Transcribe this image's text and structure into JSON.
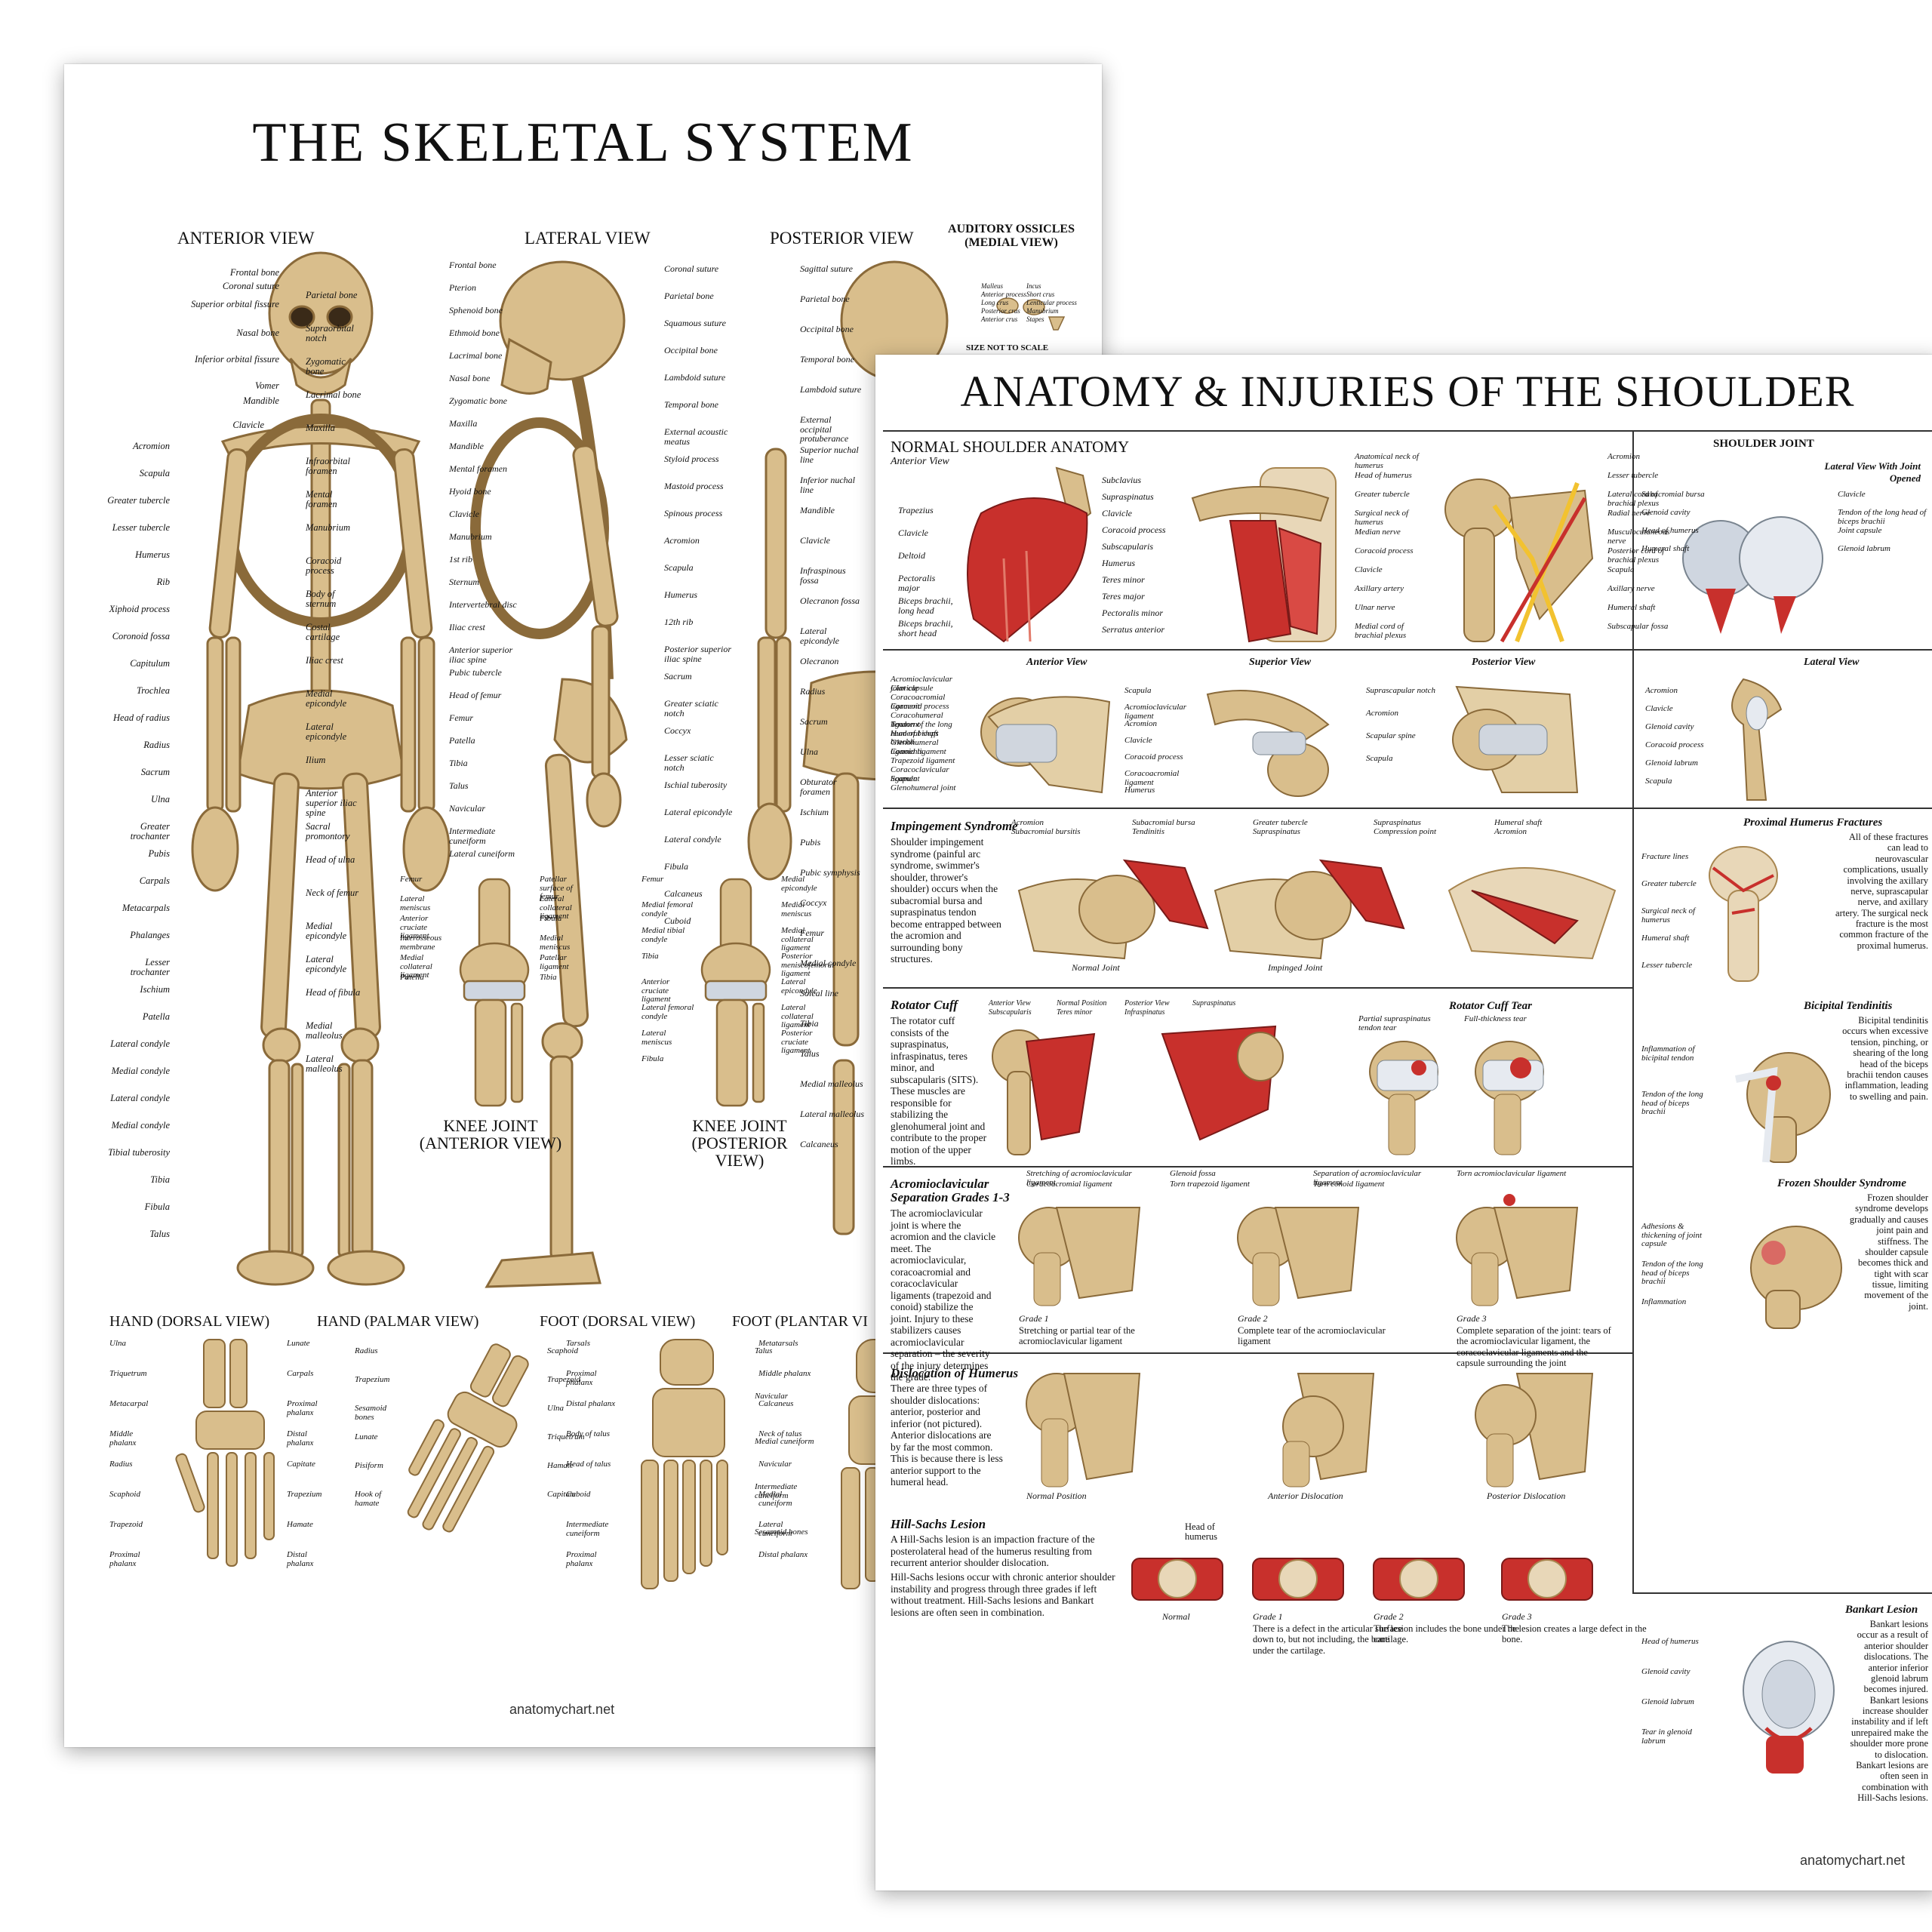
{
  "skeletal": {
    "title": "THE SKELETAL SYSTEM",
    "views": {
      "anterior": "ANTERIOR VIEW",
      "lateral": "LATERAL VIEW",
      "posterior": "POSTERIOR VIEW",
      "ossicles": "AUDITORY OSSICLES (MEDIAL VIEW)",
      "ossicles_note": "SIZE NOT TO SCALE",
      "knee_anterior": "KNEE JOINT (ANTERIOR VIEW)",
      "knee_posterior": "KNEE JOINT (POSTERIOR VIEW)",
      "hand_dorsal": "HAND (DORSAL VIEW)",
      "hand_palmar": "HAND (PALMAR VIEW)",
      "foot_dorsal": "FOOT (DORSAL VIEW)",
      "foot_plantar": "FOOT (PLANTAR VI"
    },
    "anterior_left_labels": [
      "Acromion",
      "Scapula",
      "Greater tubercle",
      "Lesser tubercle",
      "Humerus",
      "Rib",
      "Xiphoid process",
      "Coronoid fossa",
      "Capitulum",
      "Trochlea",
      "Head of radius",
      "Radius",
      "Sacrum",
      "Ulna",
      "Greater trochanter",
      "Pubis",
      "Carpals",
      "Metacarpals",
      "Phalanges",
      "Lesser trochanter",
      "Ischium",
      "Patella",
      "Lateral condyle",
      "Medial condyle",
      "Lateral condyle",
      "Medial condyle",
      "Tibial tuberosity",
      "Tibia",
      "Fibula",
      "Talus"
    ],
    "anterior_right_labels": [
      "Parietal bone",
      "Supraorbital notch",
      "Zygomatic bone",
      "Lacrimal bone",
      "Maxilla",
      "Infraorbital foramen",
      "Mental foramen",
      "Manubrium",
      "Coracoid process",
      "Body of sternum",
      "Costal cartilage",
      "Iliac crest",
      "Medial epicondyle",
      "Lateral epicondyle",
      "Ilium",
      "Anterior superior iliac spine",
      "Sacral promontory",
      "Head of ulna",
      "Neck of femur",
      "Medial epicondyle",
      "Lateral epicondyle",
      "Head of fibula",
      "Medial malleolus",
      "Lateral malleolus"
    ],
    "anterior_skull_labels": [
      "Frontal bone",
      "Coronal suture",
      "Superior orbital fissure",
      "Nasal bone",
      "Inferior orbital fissure",
      "Vomer",
      "Mandible",
      "Clavicle"
    ],
    "lateral_left_labels": [
      "Frontal bone",
      "Pterion",
      "Sphenoid bone",
      "Ethmoid bone",
      "Lacrimal bone",
      "Nasal bone",
      "Zygomatic bone",
      "Maxilla",
      "Mandible",
      "Mental foramen",
      "Hyoid bone",
      "Clavicle",
      "Manubrium",
      "1st rib",
      "Sternum",
      "Intervertebral disc",
      "Iliac crest",
      "Anterior superior iliac spine",
      "Pubic tubercle",
      "Head of femur",
      "Femur",
      "Patella",
      "Tibia",
      "Talus",
      "Navicular",
      "Intermediate cuneiform",
      "Lateral cuneiform"
    ],
    "lateral_right_labels": [
      "Coronal suture",
      "Parietal bone",
      "Squamous suture",
      "Occipital bone",
      "Lambdoid suture",
      "Temporal bone",
      "External acoustic meatus",
      "Styloid process",
      "Mastoid process",
      "Spinous process",
      "Acromion",
      "Scapula",
      "Humerus",
      "12th rib",
      "Posterior superior iliac spine",
      "Sacrum",
      "Greater sciatic notch",
      "Coccyx",
      "Lesser sciatic notch",
      "Ischial tuberosity",
      "Lateral epicondyle",
      "Lateral condyle",
      "Fibula",
      "Calcaneus",
      "Cuboid"
    ],
    "posterior_labels": [
      "Sagittal suture",
      "Parietal bone",
      "Occipital bone",
      "Temporal bone",
      "Lambdoid suture",
      "External occipital protuberance",
      "Superior nuchal line",
      "Inferior nuchal line",
      "Mandible",
      "Clavicle",
      "Infraspinous fossa",
      "Olecranon fossa",
      "Lateral epicondyle",
      "Olecranon",
      "Radius",
      "Sacrum",
      "Ulna",
      "Obturator foramen",
      "Ischium",
      "Pubis",
      "Pubic symphysis",
      "Coccyx",
      "Femur",
      "Medial condyle",
      "Soleal line",
      "Tibia",
      "Talus",
      "Medial malleolus",
      "Lateral malleolus",
      "Calcaneus"
    ],
    "ossicle_labels": [
      "Malleus",
      "Incus",
      "Anterior process",
      "Short crus",
      "Long crus",
      "Lenticular process",
      "Posterior crus",
      "Manubrium",
      "Anterior crus",
      "Stapes"
    ],
    "knee_anterior_labels": [
      "Femur",
      "Patellar surface of femur",
      "Lateral meniscus",
      "Lateral collateral ligament",
      "Anterior cruciate ligament",
      "Fibula",
      "Interosseous membrane",
      "Medial meniscus",
      "Medial collateral ligament",
      "Patellar ligament",
      "Patella",
      "Tibia"
    ],
    "knee_posterior_labels": [
      "Femur",
      "Medial epicondyle",
      "Medial femoral condyle",
      "Medial meniscus",
      "Medial tibial condyle",
      "Medial collateral ligament",
      "Tibia",
      "Posterior meniscofemoral ligament",
      "Anterior cruciate ligament",
      "Lateral epicondyle",
      "Lateral femoral condyle",
      "Lateral collateral ligament",
      "Lateral meniscus",
      "Posterior cruciate ligament",
      "Fibula"
    ],
    "hand_dorsal_labels": [
      "Ulna",
      "Lunate",
      "Triquetrum",
      "Carpals",
      "Metacarpal",
      "Proximal phalanx",
      "Middle phalanx",
      "Distal phalanx",
      "Radius",
      "Capitate",
      "Scaphoid",
      "Trapezium",
      "Trapezoid",
      "Hamate",
      "Proximal phalanx",
      "Distal phalanx"
    ],
    "hand_palmar_labels": [
      "Radius",
      "Scaphoid",
      "Trapezium",
      "Trapezoid",
      "Sesamoid bones",
      "Ulna",
      "Lunate",
      "Triquetrum",
      "Pisiform",
      "Hamate",
      "Hook of hamate",
      "Capitate"
    ],
    "foot_dorsal_labels": [
      "Tarsals",
      "Metatarsals",
      "Proximal phalanx",
      "Middle phalanx",
      "Distal phalanx",
      "Calcaneus",
      "Body of talus",
      "Neck of talus",
      "Head of talus",
      "Navicular",
      "Cuboid",
      "Medial cuneiform",
      "Intermediate cuneiform",
      "Lateral cuneiform",
      "Proximal phalanx",
      "Distal phalanx"
    ],
    "foot_plantar_labels": [
      "Talus",
      "Navicular",
      "Medial cuneiform",
      "Intermediate cuneiform",
      "Sesamoid bones"
    ],
    "site": "anatomychart.net"
  },
  "shoulder": {
    "title": "ANATOMY & INJURIES OF THE SHOULDER",
    "normal": {
      "heading": "NORMAL SHOULDER ANATOMY",
      "sub": "Anterior View",
      "muscle_labels": [
        "Trapezius",
        "Clavicle",
        "Deltoid",
        "Pectoralis major",
        "Biceps brachii, long head",
        "Biceps brachii, short head"
      ],
      "deep_labels": [
        "Subclavius",
        "Supraspinatus",
        "Clavicle",
        "Coracoid process",
        "Subscapularis",
        "Humerus",
        "Teres minor",
        "Teres major",
        "Pectoralis minor",
        "Serratus anterior"
      ],
      "nerve_labels": [
        "Anatomical neck of humerus",
        "Acromion",
        "Head of humerus",
        "Lesser tubercle",
        "Greater tubercle",
        "Lateral cord of brachial plexus",
        "Surgical neck of humerus",
        "Radial nerve",
        "Median nerve",
        "Musculocutaneous nerve",
        "Coracoid process",
        "Posterior cord of brachial plexus",
        "Clavicle",
        "Scapula",
        "Axillary artery",
        "Axillary nerve",
        "Ulnar nerve",
        "Humeral shaft",
        "Medial cord of brachial plexus",
        "Subscapular fossa"
      ]
    },
    "joint": {
      "heading": "SHOULDER JOINT",
      "sub": "Lateral View With Joint Opened",
      "labels": [
        "Subacromial bursa",
        "Clavicle",
        "Glenoid cavity",
        "Tendon of the long head of biceps brachii",
        "Head of humerus",
        "Joint capsule",
        "Humeral shaft",
        "Glenoid labrum"
      ]
    },
    "views": {
      "anterior": "Anterior View",
      "superior": "Superior View",
      "posterior": "Posterior View",
      "lateral": "Lateral View",
      "anterior_labels": [
        "Acromioclavicular joint capsule",
        "Clavicle",
        "Coracoacromial ligament",
        "Coracoid process",
        "Coracohumeral ligament",
        "Tendon of the long head of biceps brachii",
        "Humeral shaft",
        "Glenohumeral ligaments",
        "Conoid ligament",
        "Trapezoid ligament",
        "Coracoclavicular ligament",
        "Scapula",
        "Glenohumeral joint"
      ],
      "superior_labels": [
        "Scapula",
        "Acromioclavicular ligament",
        "Acromion",
        "Clavicle",
        "Coracoid process",
        "Coracoacromial ligament",
        "Humerus"
      ],
      "posterior_labels": [
        "Suprascapular notch",
        "Acromion",
        "Scapular spine",
        "Scapula"
      ],
      "lateral_labels": [
        "Acromion",
        "Clavicle",
        "Glenoid cavity",
        "Coracoid process",
        "Glenoid labrum",
        "Scapula"
      ]
    },
    "impingement": {
      "heading": "Impingement Syndrome",
      "text": "Shoulder impingement syndrome (painful arc syndrome, swimmer's shoulder, thrower's shoulder) occurs when the subacromial bursa and supraspinatus tendon become entrapped between the acromion and surrounding bony structures.",
      "labels": [
        "Acromion",
        "Subacromial bursa",
        "Greater tubercle",
        "Supraspinatus",
        "Humeral shaft",
        "Subacromial bursitis",
        "Tendinitis",
        "Supraspinatus",
        "Compression point",
        "Acromion"
      ],
      "captions": [
        "Normal Joint",
        "Impinged Joint"
      ]
    },
    "fractures": {
      "heading": "Proximal Humerus Fractures",
      "text": "All of these fractures can lead to neurovascular complications, usually involving the axillary nerve, suprascapular nerve, and axillary artery. The surgical neck fracture is the most common fracture of the proximal humerus.",
      "labels": [
        "Fracture lines",
        "Greater tubercle",
        "Surgical neck of humerus",
        "Humeral shaft",
        "Lesser tubercle"
      ]
    },
    "rotator": {
      "heading": "Rotator Cuff",
      "text": "The rotator cuff consists of the supraspinatus, infraspinatus, teres minor, and subscapularis (SITS). These muscles are responsible for stabilizing the glenohumeral joint and contribute to the proper motion of the upper limbs.",
      "labels": [
        "Anterior View",
        "Normal Position",
        "Posterior View",
        "Supraspinatus",
        "Subscapularis",
        "Teres minor",
        "Infraspinatus"
      ],
      "tear_heading": "Rotator Cuff Tear",
      "tear_labels": [
        "Partial supraspinatus tendon tear",
        "Full-thickness tear"
      ]
    },
    "bicipital": {
      "heading": "Bicipital Tendinitis",
      "text": "Bicipital tendinitis occurs when excessive tension, pinching, or shearing of the long head of the biceps brachii tendon causes inflammation, leading to swelling and pain.",
      "labels": [
        "Inflammation of bicipital tendon",
        "Tendon of the long head of biceps brachii"
      ]
    },
    "ac": {
      "heading": "Acromioclavicular Separation Grades 1-3",
      "text": "The acromioclavicular joint is where the acromion and the clavicle meet. The acromioclavicular, coracoacromial and coracoclavicular ligaments (trapezoid and conoid) stabilize the joint. Injury to these stabilizers causes acromioclavicular separation – the severity of the injury determines the grade.",
      "labels": [
        "Stretching of acromioclavicular ligament",
        "Glenoid fossa",
        "Separation of acromioclavicular ligament",
        "Torn acromioclavicular ligament",
        "Coracoacromial ligament",
        "Torn trapezoid ligament",
        "Torn conoid ligament"
      ],
      "grades": [
        {
          "name": "Grade 1",
          "text": "Stretching or partial tear of the acromioclavicular ligament"
        },
        {
          "name": "Grade 2",
          "text": "Complete tear of the acromioclavicular ligament"
        },
        {
          "name": "Grade 3",
          "text": "Complete separation of the joint: tears of the acromioclavicular ligament, the coracoclavicular ligaments and the capsule surrounding the joint"
        }
      ]
    },
    "frozen": {
      "heading": "Frozen Shoulder Syndrome",
      "text": "Frozen shoulder syndrome develops gradually and causes joint pain and stiffness. The shoulder capsule becomes thick and tight with scar tissue, limiting movement of the joint.",
      "labels": [
        "Adhesions & thickening of joint capsule",
        "Tendon of the long head of biceps brachii",
        "Inflammation"
      ]
    },
    "dislocation": {
      "heading": "Dislocation of Humerus",
      "text": "There are three types of shoulder dislocations: anterior, posterior and inferior (not pictured). Anterior dislocations are by far the most common. This is because there is less anterior support to the humeral head.",
      "captions": [
        "Normal Position",
        "Anterior Dislocation",
        "Posterior Dislocation"
      ]
    },
    "hillsachs": {
      "heading": "Hill-Sachs Lesion",
      "text1": "A Hill-Sachs lesion is an impaction fracture of the posterolateral head of the humerus resulting from recurrent anterior shoulder dislocation.",
      "text2": "Hill-Sachs lesions occur with chronic anterior shoulder instability and progress through three grades if left without treatment. Hill-Sachs lesions and Bankart lesions are often seen in combination.",
      "label": "Head of humerus",
      "grades": [
        {
          "name": "Normal",
          "text": ""
        },
        {
          "name": "Grade 1",
          "text": "There is a defect in the articular surface down to, but not including, the bone under the cartilage."
        },
        {
          "name": "Grade 2",
          "text": "The lesion includes the bone under the cartilage."
        },
        {
          "name": "Grade 3",
          "text": "The lesion creates a large defect in the bone."
        }
      ]
    },
    "bankart": {
      "heading": "Bankart Lesion",
      "text": "Bankart lesions occur as a result of anterior shoulder dislocations. The anterior inferior glenoid labrum becomes injured. Bankart lesions increase shoulder instability and if left unrepaired make the shoulder more prone to dislocation. Bankart lesions are often seen in combination with Hill-Sachs lesions.",
      "labels": [
        "Head of humerus",
        "Glenoid cavity",
        "Glenoid labrum",
        "Tear in glenoid labrum"
      ]
    },
    "site": "anatomychart.net"
  },
  "colors": {
    "bone": "#d9be8c",
    "bone_dark": "#a88650",
    "muscle": "#c8302c",
    "cartilage": "#cfd6e0"
  }
}
